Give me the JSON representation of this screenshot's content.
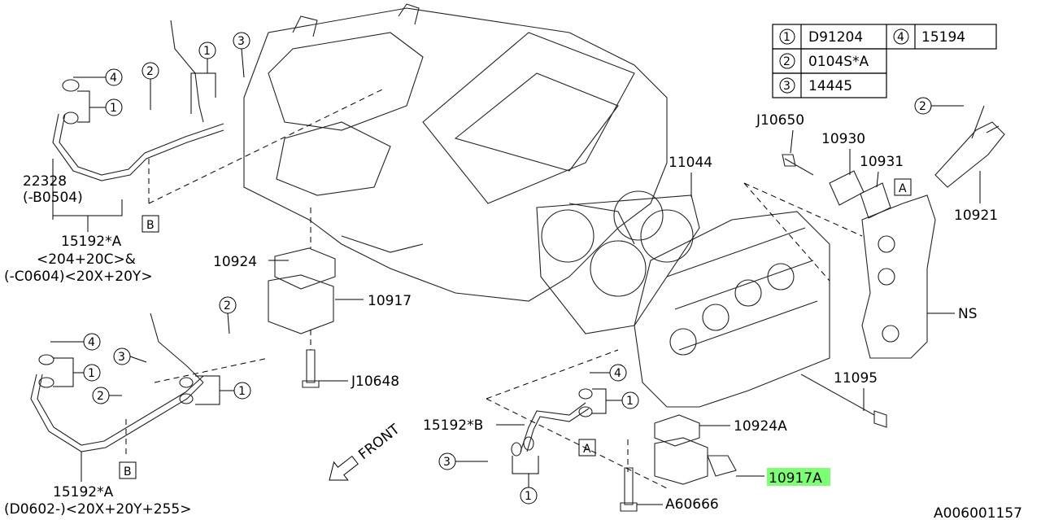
{
  "legend": {
    "rows": [
      {
        "num": "1",
        "code": "D91204",
        "num2": "4",
        "code2": "15194"
      },
      {
        "num": "2",
        "code": "0104S*A"
      },
      {
        "num": "3",
        "code": "14445"
      }
    ]
  },
  "callouts": {
    "n1": "1",
    "n2": "2",
    "n3": "3",
    "n4": "4",
    "boxA": "A",
    "boxB": "B"
  },
  "parts": {
    "p22328": "22328",
    "p22328_note": "(-B0504)",
    "p15192a": "15192*A",
    "p15192a_note1": "<204+20C>&",
    "p15192a_note2": "(-C0604)<20X+20Y>",
    "p10924": "10924",
    "p10917": "10917",
    "pJ10648": "J10648",
    "p15192a_2": "15192*A",
    "p15192a_2_note": "(D0602-)<20X+20Y+255>",
    "p11044": "11044",
    "pJ10650": "J10650",
    "p10930": "10930",
    "p10931": "10931",
    "p10921": "10921",
    "pNS": "NS",
    "p11095": "11095",
    "p10924A": "10924A",
    "p15192b": "15192*B",
    "p10917A": "10917A",
    "pA60666": "A60666",
    "front": "FRONT",
    "diagram_id": "A006001157"
  },
  "colors": {
    "highlight": "#7dff74",
    "ink": "#000000"
  }
}
